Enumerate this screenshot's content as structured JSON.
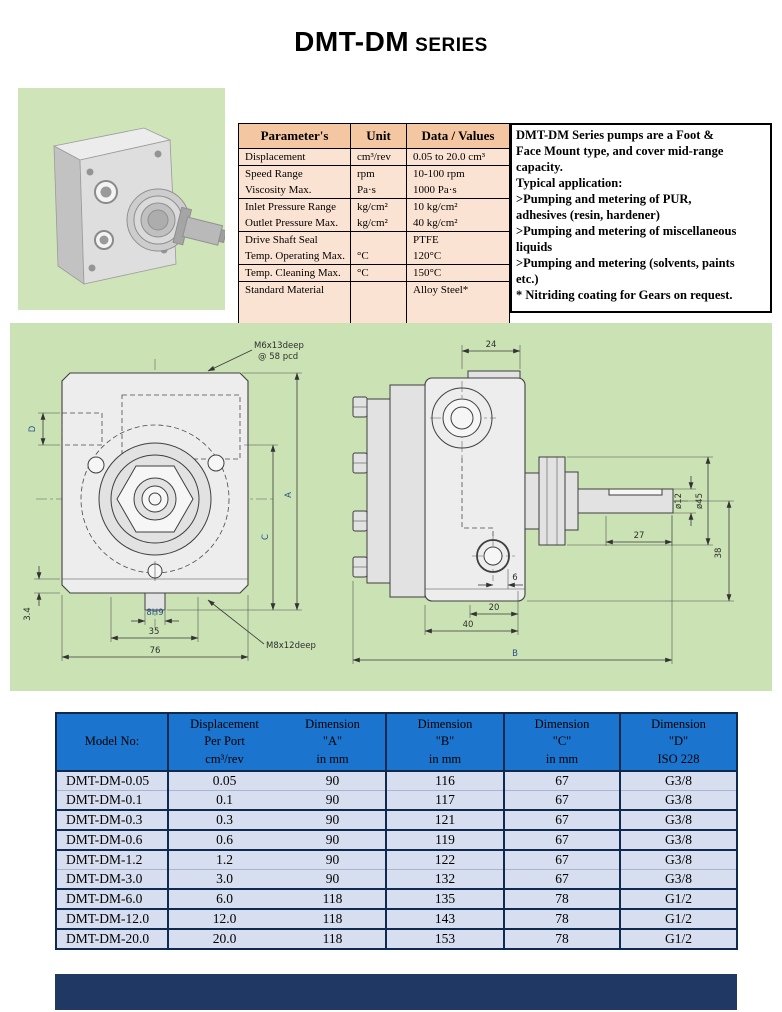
{
  "title": {
    "main": "DMT-DM",
    "sub": "SERIES"
  },
  "specs": {
    "headers": [
      "Parameter's",
      "Unit",
      "Data / Values"
    ],
    "rows": [
      {
        "p": "Displacement",
        "u": "cm³/rev",
        "v": "0.05 to 20.0 cm³"
      },
      {
        "p": "Speed Range",
        "u": "rpm",
        "v": "10-100 rpm"
      },
      {
        "p": "Viscosity Max.",
        "u": "Pa·s",
        "v": "1000 Pa·s"
      },
      {
        "p": "Inlet Pressure Range",
        "u": "kg/cm²",
        "v": "10 kg/cm²"
      },
      {
        "p": "Outlet Pressure Max.",
        "u": "kg/cm²",
        "v": "40 kg/cm²"
      },
      {
        "p": "Drive Shaft Seal",
        "u": "",
        "v": "PTFE"
      },
      {
        "p": "Temp. Operating Max.",
        "u": "°C",
        "v": "120°C"
      },
      {
        "p": "Temp. Cleaning Max.",
        "u": "°C",
        "v": "150°C"
      },
      {
        "p": "Standard Material",
        "u": "",
        "v": "Alloy Steel*"
      }
    ]
  },
  "description": {
    "lines": [
      "DMT-DM Series pumps are a Foot &",
      "Face Mount type, and cover mid-range",
      "capacity.",
      "Typical application:",
      ">Pumping and metering of PUR,",
      "adhesives (resin, hardener)",
      ">Pumping and metering of miscellaneous",
      "liquids",
      ">Pumping and metering (solvents, paints",
      "etc.)",
      "* Nitriding coating for Gears on request."
    ]
  },
  "drawing": {
    "front": {
      "m6": "M6x13deep",
      "pcd": "@ 58 pcd",
      "d": "D",
      "a": "A",
      "c": "C",
      "t34": "3.4",
      "slot": "8H9",
      "w35": "35",
      "w76": "76",
      "m8": "M8x12deep"
    },
    "side": {
      "t24": "24",
      "dia12": "ø12",
      "dia45": "ø45",
      "l27": "27",
      "h38": "38",
      "o6": "6",
      "l20": "20",
      "l40": "40",
      "b": "B"
    }
  },
  "models": {
    "headers": {
      "model": [
        "Model No:"
      ],
      "disp": [
        "Displacement",
        "Per Port",
        "cm³/rev"
      ],
      "a": [
        "Dimension",
        "\"A\"",
        "in mm"
      ],
      "b": [
        "Dimension",
        "\"B\"",
        "in mm"
      ],
      "c": [
        "Dimension",
        "\"C\"",
        "in mm"
      ],
      "d": [
        "Dimension",
        "\"D\"",
        "ISO 228"
      ]
    },
    "rows": [
      [
        "DMT-DM-0.05",
        "0.05",
        "90",
        "116",
        "67",
        "G3/8"
      ],
      [
        "DMT-DM-0.1",
        "0.1",
        "90",
        "117",
        "67",
        "G3/8"
      ],
      [
        "DMT-DM-0.3",
        "0.3",
        "90",
        "121",
        "67",
        "G3/8"
      ],
      [
        "DMT-DM-0.6",
        "0.6",
        "90",
        "119",
        "67",
        "G3/8"
      ],
      [
        "DMT-DM-1.2",
        "1.2",
        "90",
        "122",
        "67",
        "G3/8"
      ],
      [
        "DMT-DM-3.0",
        "3.0",
        "90",
        "132",
        "67",
        "G3/8"
      ],
      [
        "DMT-DM-6.0",
        "6.0",
        "118",
        "135",
        "78",
        "G1/2"
      ],
      [
        "DMT-DM-12.0",
        "12.0",
        "118",
        "143",
        "78",
        "G1/2"
      ],
      [
        "DMT-DM-20.0",
        "20.0",
        "118",
        "153",
        "78",
        "G1/2"
      ]
    ]
  },
  "colors": {
    "header_blue": "#1b74ce",
    "row_blue": "#d6def0",
    "border_navy": "#10294e",
    "spec_header_peach": "#f4c7a2",
    "spec_row_peach": "#fbe3d3",
    "panel_green": "#cbe2b4",
    "photo_green": "#cfe4b8",
    "footer_navy": "#1f3864"
  }
}
